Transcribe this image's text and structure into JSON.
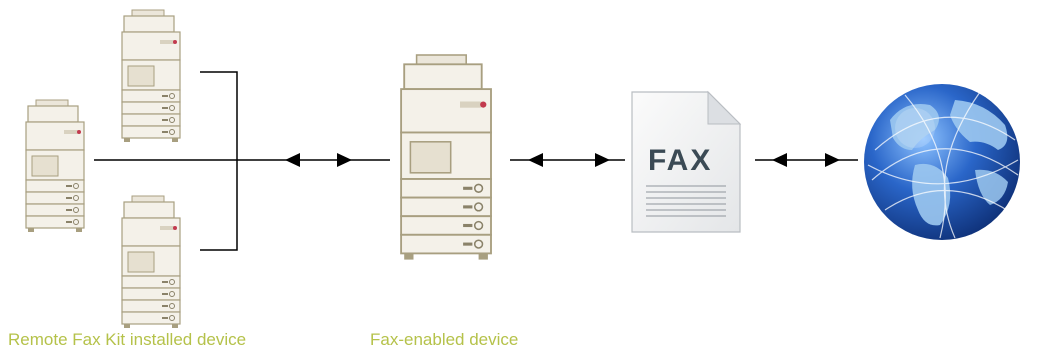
{
  "labels": {
    "remote_device": "Remote Fax Kit installed device",
    "fax_device": "Fax-enabled device",
    "fax_document": "FAX"
  },
  "colors": {
    "caption": "#b5c24a",
    "line": "#000000",
    "printer_body": "#f4f1e9",
    "printer_outline": "#a89f80",
    "globe_ocean": "#1f57b8",
    "globe_land": "#8fc2ea"
  },
  "icons": {
    "remote_devices": "printer-icon",
    "fax_device": "printer-icon",
    "document": "fax-document-icon",
    "network": "globe-icon",
    "connection": "double-arrow"
  }
}
